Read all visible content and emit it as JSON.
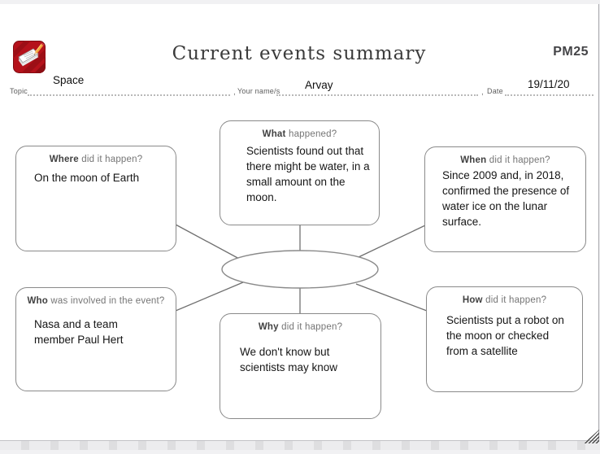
{
  "header": {
    "title": "Current events summary",
    "code": "PM25",
    "logo": "notepad-pencil-icon"
  },
  "fields": {
    "topic": {
      "label": "Topic",
      "value": "Space"
    },
    "name": {
      "label": "Your name/s",
      "value": "Arvay"
    },
    "date": {
      "label": "Date",
      "value": "19/11/20"
    },
    "separator": ","
  },
  "boxes": {
    "what": {
      "keyword": "What",
      "question": "happened?",
      "answer": "Scientists found out that there might be water, in a small amount on the moon."
    },
    "where": {
      "keyword": "Where",
      "question": "did it happen?",
      "answer": "On the moon of Earth"
    },
    "when": {
      "keyword": "When",
      "question": "did it happen?",
      "answer": "Since 2009 and, in 2018, confirmed the presence of water ice on the lunar surface."
    },
    "who": {
      "keyword": "Who",
      "question": "was involved in the event?",
      "answer": "Nasa and a team member Paul Hert"
    },
    "why": {
      "keyword": "Why",
      "question": "did it happen?",
      "answer": "We don't know but scientists may know"
    },
    "how": {
      "keyword": "How",
      "question": "did it happen?",
      "answer": "Scientists put a robot on the moon or checked from a satellite"
    }
  },
  "colors": {
    "logo_red": "#b5121b",
    "box_border": "#8a8a8a",
    "keyword_text": "#414141",
    "question_text": "#757575",
    "answer_text": "#161616"
  }
}
